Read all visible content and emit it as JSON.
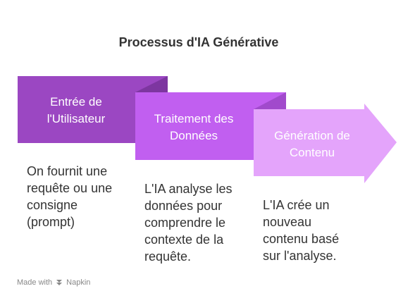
{
  "title": "Processus d'IA Générative",
  "steps": [
    {
      "label_line1": "Entrée de",
      "label_line2": "l'Utilisateur",
      "desc": [
        "On fournit une",
        "requête ou une",
        "consigne",
        "(prompt)"
      ],
      "color": "#9b47c2"
    },
    {
      "label_line1": "Traitement des",
      "label_line2": "Données",
      "desc": [
        "L'IA analyse les",
        "données pour",
        "comprendre le",
        "contexte de la",
        "requête."
      ],
      "color": "#c15ff0"
    },
    {
      "label_line1": "Génération de",
      "label_line2": "Contenu",
      "desc": [
        "L'IA crée un",
        "nouveau",
        "contenu basé",
        "sur l'analyse."
      ],
      "color": "#e4a4fb"
    }
  ],
  "footer": {
    "made_with": "Made with",
    "brand": "Napkin"
  }
}
